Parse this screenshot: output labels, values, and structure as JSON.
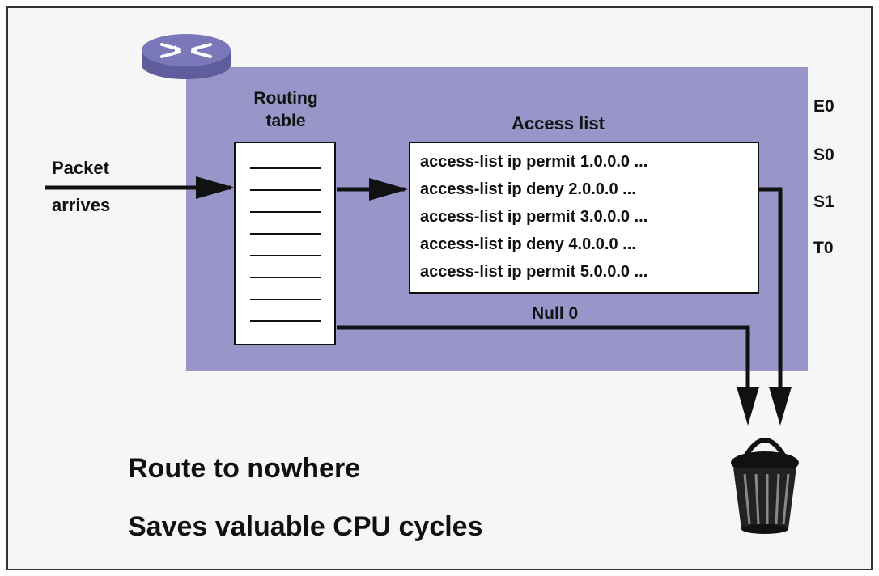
{
  "diagram": {
    "routing_table_label": [
      "Routing",
      "table"
    ],
    "packet_label": [
      "Packet",
      "arrives"
    ],
    "access_list_title": "Access list",
    "access_list_rules": [
      "access-list ip permit 1.0.0.0 ...",
      "access-list ip deny 2.0.0.0 ...",
      "access-list ip permit 3.0.0.0 ...",
      "access-list ip deny 4.0.0.0 ...",
      "access-list ip permit 5.0.0.0 ..."
    ],
    "interfaces": [
      "E0",
      "S0",
      "S1",
      "T0"
    ],
    "null_route_label": "Null 0",
    "captions": [
      "Route to nowhere",
      "Saves valuable CPU cycles"
    ],
    "icons": [
      "router-icon",
      "trash-bin-icon"
    ],
    "colors": {
      "router_panel": "#9896c8",
      "router_icon": "#6f6dac",
      "background": "#f6f6f6"
    }
  }
}
